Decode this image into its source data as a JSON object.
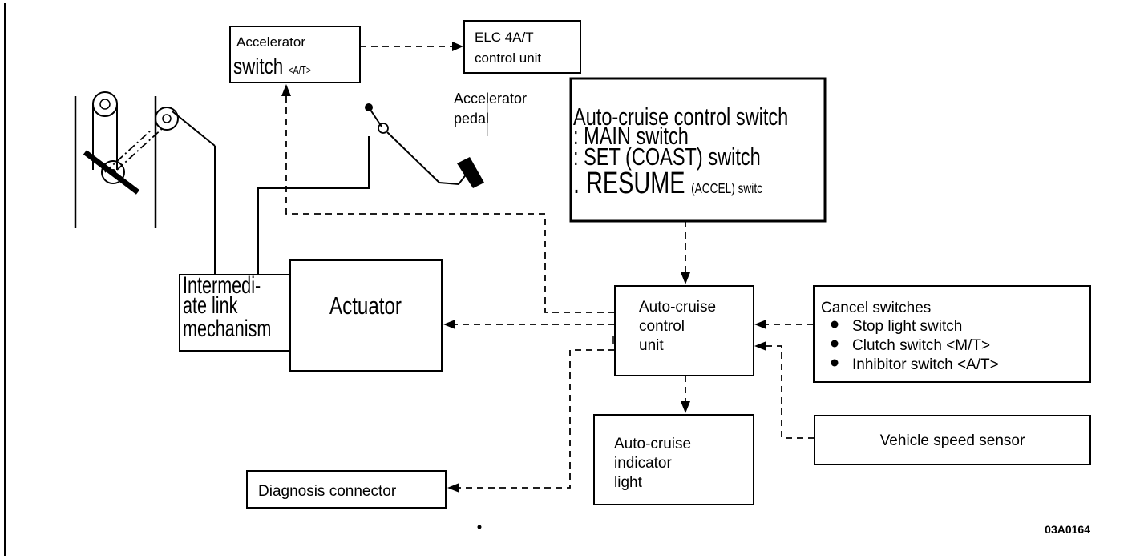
{
  "accelerator_switch": {
    "line1": "Accelerator",
    "line2_big": "switch",
    "line2_small": "<A/T>"
  },
  "elc_unit": {
    "line1": "ELC 4A/T",
    "line2": "control unit"
  },
  "accelerator_pedal": {
    "line1": "Accelerator",
    "line2": "pedal"
  },
  "cruise_switch": {
    "title": "Auto-cruise  control  switch",
    "main": ": MAIN switch",
    "set": ": SET (COAST) switch",
    "resume_big": ". RESUME",
    "resume_small": "(ACCEL) switc"
  },
  "intermediate_link": {
    "line1": "Intermedi-",
    "line2": "ate  link",
    "line3": "mechanism"
  },
  "actuator": {
    "label": "Actuator"
  },
  "control_unit": {
    "line1": "Auto-cruise",
    "line2": "control",
    "line3": "unit"
  },
  "cancel_switches": {
    "title": "Cancel switches",
    "items": [
      "Stop light switch",
      "Clutch switch <M/T>",
      "Inhibitor switch <A/T>"
    ]
  },
  "indicator_light": {
    "line1": "Auto-cruise",
    "line2": "indicator",
    "line3": "light"
  },
  "speed_sensor": {
    "label": "Vehicle speed sensor"
  },
  "diagnosis": {
    "label": "Diagnosis connector"
  },
  "figure_code": "03A0164"
}
